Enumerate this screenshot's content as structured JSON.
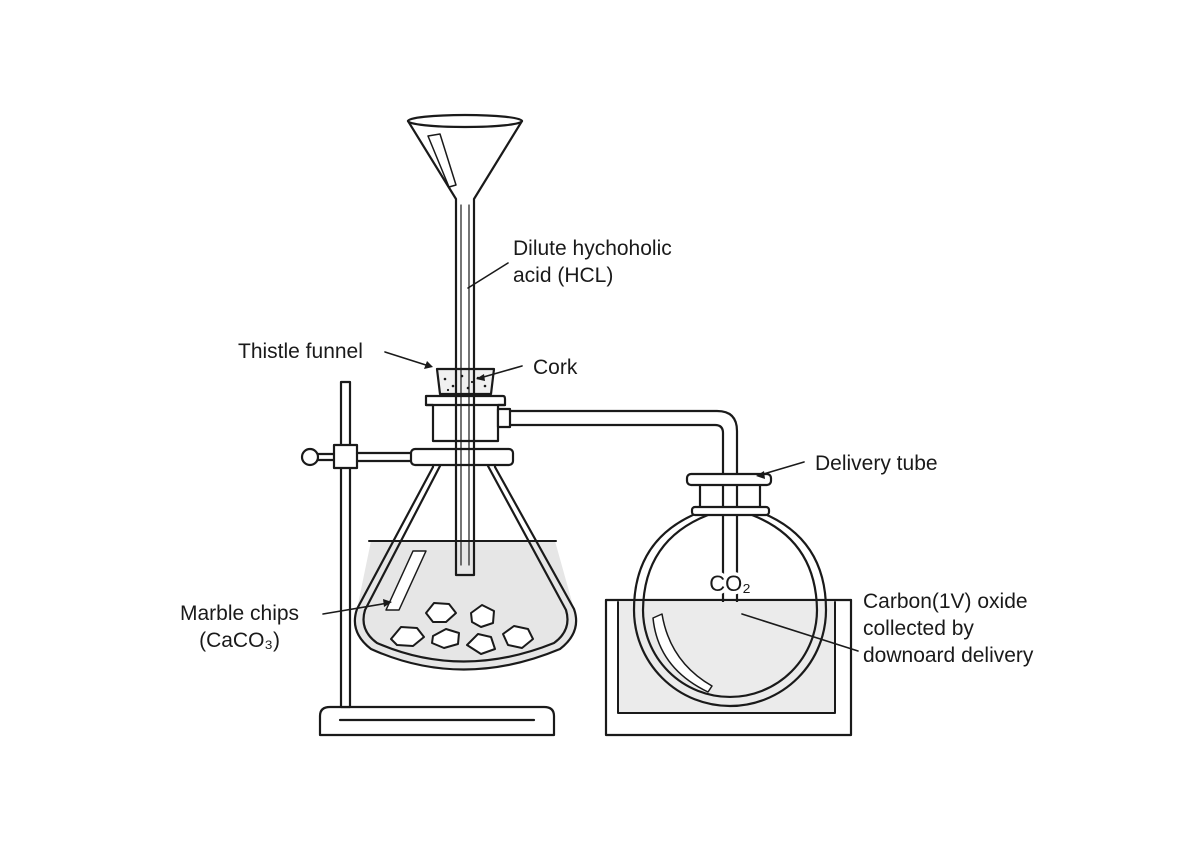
{
  "labels": {
    "acid": {
      "line1": "Dilute hychoholic",
      "line2": "acid (HCL)"
    },
    "thistle_funnel": "Thistle funnel",
    "cork": "Cork",
    "delivery_tube": "Delivery tube",
    "marble": {
      "line1": "Marble chips",
      "line2": "(CaCO₃)"
    },
    "co2": "CO₂",
    "collected": {
      "line1": "Carbon(1V) oxide",
      "line2": "collected by",
      "line3": "downoard delivery"
    }
  },
  "colors": {
    "line": "#1a1a1a",
    "liquid": "#e6e6e6",
    "water": "#ebebeb",
    "cork_fill": "#f0f0f0",
    "background": "#ffffff"
  }
}
